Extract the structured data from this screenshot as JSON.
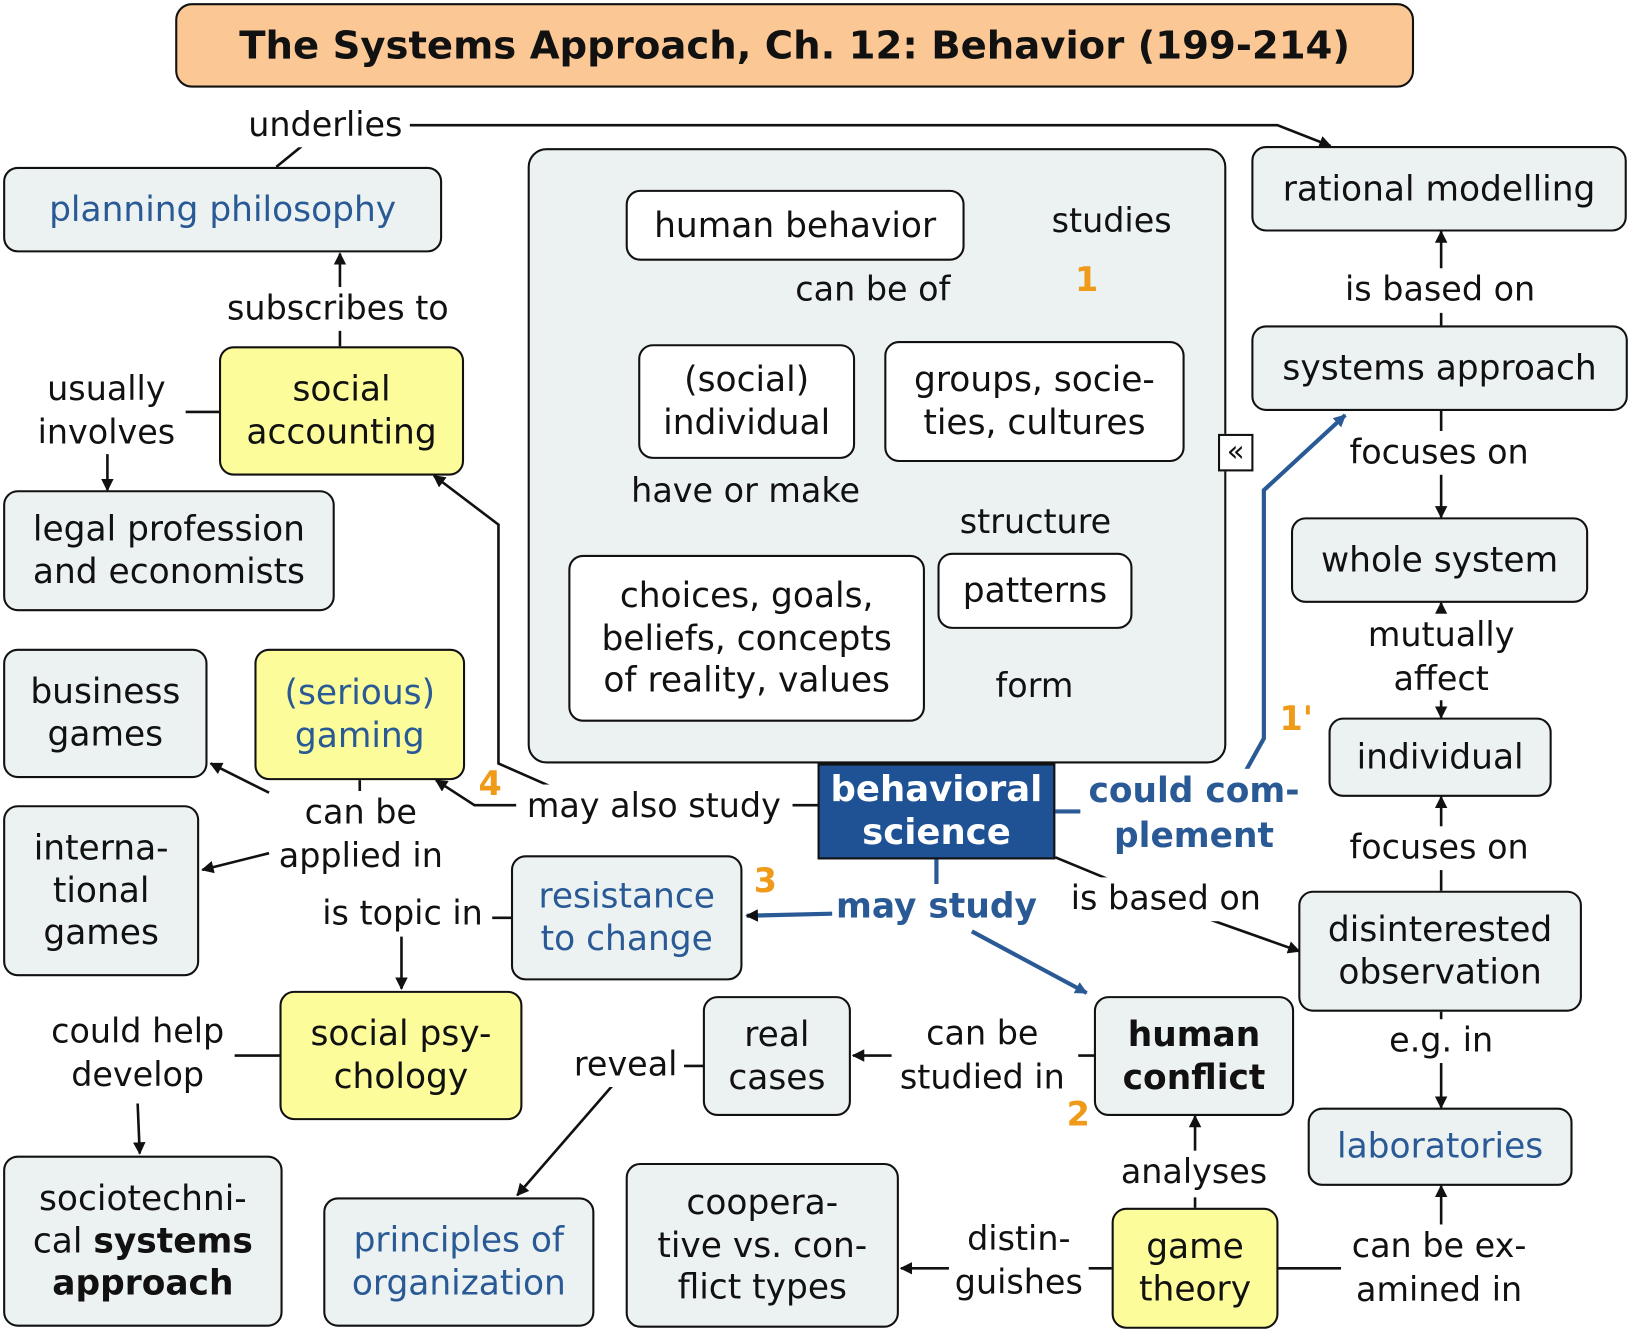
{
  "title": "The Systems Approach, Ch. 12: Behavior (199-214)",
  "nodes": {
    "planning_philosophy": "planning philosophy",
    "social_accounting": "social\naccounting",
    "legal_profession": "legal profession\nand economists",
    "business_games": "business\ngames",
    "serious_gaming": "(serious)\ngaming",
    "international_games": "interna-\ntional\ngames",
    "resistance_to_change": "resistance\nto change",
    "social_psychology": "social psy-\nchology",
    "sociotechnical_prefix": "sociotechni-\ncal ",
    "sociotechnical_bold": "systems\napproach",
    "principles_of_organization": "principles of\norganization",
    "real_cases": "real\ncases",
    "cooperative_types": "coopera-\ntive vs. con-\nflict types",
    "human_conflict": "human\nconflict",
    "game_theory": "game\ntheory",
    "behavioral_science": "behavioral\nscience",
    "human_behavior": "human behavior",
    "social_individual": "(social)\nindividual",
    "groups": "groups, socie-\nties, cultures",
    "choices": "choices, goals,\nbeliefs, concepts\nof reality, values",
    "patterns": "patterns",
    "rational_modelling": "rational modelling",
    "systems_approach": "systems approach",
    "whole_system": "whole system",
    "individual": "individual",
    "disinterested_observation": "disinterested\nobservation",
    "laboratories": "laboratories"
  },
  "links": {
    "underlies": "underlies",
    "subscribes_to": "subscribes to",
    "usually_involves": "usually\ninvolves",
    "can_be_applied_in": "can be\napplied in",
    "is_topic_in": "is topic in",
    "could_help_develop": "could help\ndevelop",
    "may_also_study": "may also study",
    "studies": "studies",
    "can_be_of": "can be of",
    "have_or_make": "have or make",
    "structure": "structure",
    "form": "form",
    "could_complement": "could com-\nplement",
    "may_study": "may study",
    "is_based_on_bs": "is based on",
    "reveal": "reveal",
    "can_be_studied_in": "can be\nstudied in",
    "analyses": "analyses",
    "distinguishes": "distin-\nguishes",
    "can_be_examined_in": "can be ex-\namined in",
    "is_based_on_sa": "is based on",
    "focuses_on_sa": "focuses on",
    "mutually_affect": "mutually affect",
    "focuses_on_ind": "focuses on",
    "eg_in": "e.g. in"
  },
  "markers": {
    "m1": "1",
    "m1p": "1'",
    "m2": "2",
    "m3": "3",
    "m4": "4"
  },
  "collapse_icon": "«",
  "colors": {
    "title_fill": "#fbc794",
    "node_fill": "#ecf2f2",
    "highlight_fill": "#fdfc9b",
    "focus_fill": "#1f5294",
    "accent_text": "#2a5a96",
    "marker": "#f09a1a"
  }
}
